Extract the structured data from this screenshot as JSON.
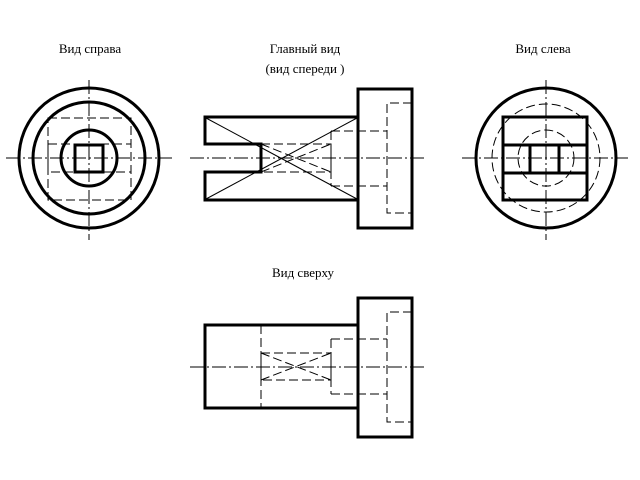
{
  "labels": {
    "right_side_view": "Вид справа",
    "main_view": "Главный вид",
    "main_view_sub": "(вид спереди )",
    "left_side_view": "Вид слева",
    "top_view": "Вид сверху"
  },
  "colors": {
    "line": "#000000",
    "background": "#ffffff"
  }
}
